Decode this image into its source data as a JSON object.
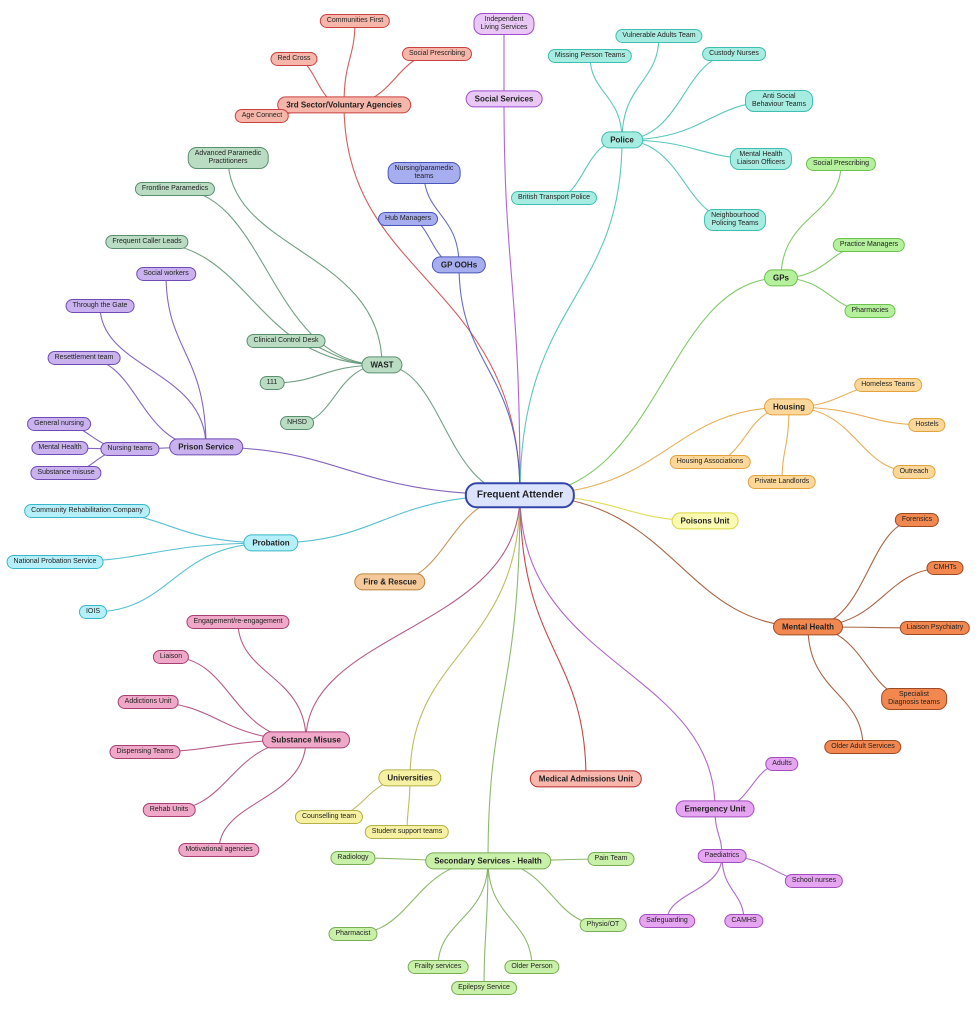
{
  "colors": {
    "social": {
      "stroke": "#a04bd0",
      "fill": "#e9c8f5"
    },
    "police": {
      "stroke": "#3fbdb0",
      "fill": "#a7ece1"
    },
    "gps": {
      "stroke": "#6cc04d",
      "fill": "#b5f09c"
    },
    "housing": {
      "stroke": "#e3a23d",
      "fill": "#fbd89a"
    },
    "poisons": {
      "stroke": "#d9d63a",
      "fill": "#fbfab2"
    },
    "mental": {
      "stroke": "#9a4b24",
      "fill": "#f28850"
    },
    "medical": {
      "stroke": "#b92828",
      "fill": "#f8b7ad"
    },
    "emergency": {
      "stroke": "#a24dbf",
      "fill": "#e6a5f0"
    },
    "secondary": {
      "stroke": "#7aab55",
      "fill": "#c9f0a8"
    },
    "universities": {
      "stroke": "#b3b147",
      "fill": "#f6f1a2"
    },
    "fire": {
      "stroke": "#b8863f",
      "fill": "#f6c99a"
    },
    "substance": {
      "stroke": "#a83f73",
      "fill": "#f0a8c8"
    },
    "probation": {
      "stroke": "#39b6c9",
      "fill": "#b5f0fa"
    },
    "prison": {
      "stroke": "#6f4bb3",
      "fill": "#c9b2ee"
    },
    "wast": {
      "stroke": "#5a8f70",
      "fill": "#b9dcc3"
    },
    "gpoohs": {
      "stroke": "#4a55b8",
      "fill": "#a7aef0"
    },
    "third": {
      "stroke": "#c94141",
      "fill": "#f6b6a9"
    }
  },
  "diagram": {
    "root": {
      "label": "Frequent Attender"
    },
    "branches": [
      {
        "id": "third",
        "label": "3rd Sector/Voluntary Agencies",
        "children": [
          "Communities First",
          "Red Cross",
          "Social Prescribing",
          "Age Connect"
        ]
      },
      {
        "id": "social",
        "label": "Social Services",
        "children": [
          "Independent\nLiving Services"
        ]
      },
      {
        "id": "police",
        "label": "Police",
        "children": [
          "Vulnerable Adults Team",
          "Missing Person Teams",
          "Custody Nurses",
          "Anti Social\nBehaviour Teams",
          "Mental Health\nLiaison Officers",
          "Neighbourhood\nPolicing Teams",
          "British Transport Police"
        ]
      },
      {
        "id": "gps",
        "label": "GPs",
        "children": [
          "Social Prescribing",
          "Practice Managers",
          "Pharmacies"
        ]
      },
      {
        "id": "housing",
        "label": "Housing",
        "children": [
          "Homeless Teams",
          "Hostels",
          "Outreach",
          "Private Landlords",
          "Housing Associations"
        ]
      },
      {
        "id": "poisons",
        "label": "Poisons Unit",
        "children": []
      },
      {
        "id": "mental",
        "label": "Mental Health",
        "children": [
          "Forensics",
          "CMHTs",
          "Liaison Psychiatry",
          "Specialist\nDiagnosis teams",
          "Older Adult Services"
        ]
      },
      {
        "id": "medical",
        "label": "Medical Admissions Unit",
        "children": []
      },
      {
        "id": "emergency",
        "label": "Emergency Unit",
        "children": [
          "Adults",
          "Paediatrics"
        ],
        "grand": {
          "Paediatrics": [
            "School nurses",
            "CAMHS",
            "Safeguarding"
          ]
        }
      },
      {
        "id": "secondary",
        "label": "Secondary Services - Health",
        "children": [
          "Radiology",
          "Pain Team",
          "Physio/OT",
          "Older Person",
          "Epilepsy Service",
          "Frailty services",
          "Pharmacist"
        ]
      },
      {
        "id": "universities",
        "label": "Universities",
        "children": [
          "Counselling team",
          "Student support teams"
        ]
      },
      {
        "id": "fire",
        "label": "Fire & Rescue",
        "children": []
      },
      {
        "id": "substance",
        "label": "Substance Misuse",
        "children": [
          "Engagement/re-engagement",
          "Liaison",
          "Addictions Unit",
          "Dispensing Teams",
          "Rehab Units",
          "Motivational agencies"
        ]
      },
      {
        "id": "probation",
        "label": "Probation",
        "children": [
          "Community Rehabilitation Company",
          "National Probation Service",
          "IOIS"
        ]
      },
      {
        "id": "prison",
        "label": "Prison Service",
        "children": [
          "Social workers",
          "Through the Gate",
          "Resettlement team",
          "Nursing teams"
        ],
        "grand": {
          "Nursing teams": [
            "General nursing",
            "Mental Health",
            "Substance misuse"
          ]
        }
      },
      {
        "id": "wast",
        "label": "WAST",
        "children": [
          "Advanced Paramedic\nPractitioners",
          "Frontline Paramedics",
          "Frequent Caller Leads",
          "Clinical Control Desk",
          "111",
          "NHSD"
        ]
      },
      {
        "id": "gpoohs",
        "label": "GP OOHs",
        "children": [
          "Nursing/paramedic\nteams",
          "Hub Managers"
        ]
      }
    ]
  }
}
